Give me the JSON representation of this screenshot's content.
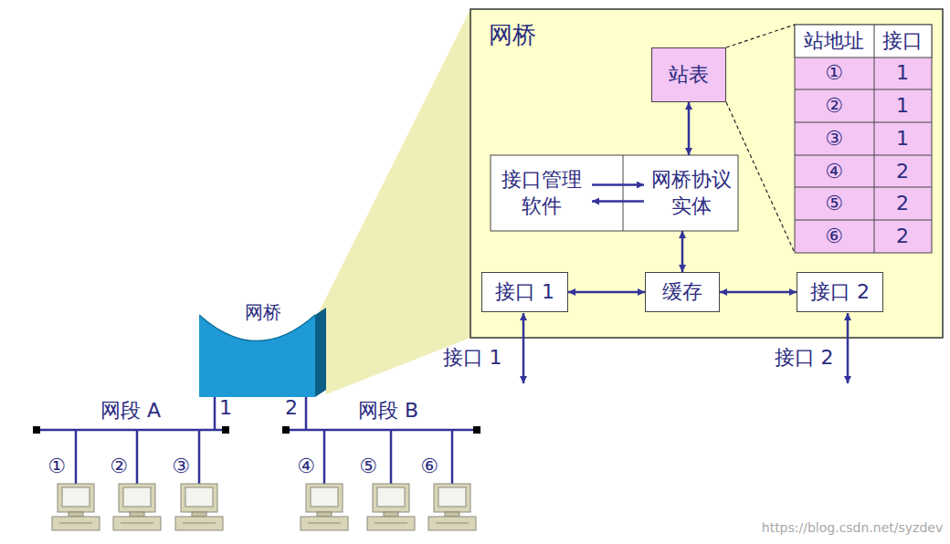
{
  "diagram": {
    "nodes": [
      {
        "text": [
          "网桥"
        ]
      },
      {
        "text": [
          "站表"
        ],
        "in": 0
      },
      {
        "text": [
          "接口管理 软件"
        ],
        "in": 0
      },
      {
        "text": [
          "网桥协议 实体"
        ],
        "in": 0
      },
      {
        "text": [
          "接口 1"
        ],
        "in": 0
      },
      {
        "text": [
          "缓存"
        ],
        "in": 0
      },
      {
        "text": [
          "接口 2"
        ],
        "in": 0
      },
      {
        "text": [
          "网桥"
        ]
      }
    ],
    "edges": [
      {
        "from": 1,
        "to": 3,
        "arrow": "both"
      },
      {
        "from": 2,
        "to": 3,
        "arrow": "to"
      },
      {
        "from": 3,
        "to": 2,
        "arrow": "to"
      },
      {
        "from": 3,
        "to": 5,
        "arrow": "both"
      },
      {
        "from": 4,
        "to": 5,
        "arrow": "both"
      },
      {
        "from": 5,
        "to": 6,
        "arrow": "both"
      }
    ],
    "labels": [
      "1",
      "2",
      "网段 A",
      "网段 B",
      "①",
      "②",
      "③",
      "④",
      "⑤",
      "⑥",
      "站地址",
      "接口",
      "①",
      "1",
      "②",
      "1",
      "③",
      "1",
      "④",
      "2",
      "⑤",
      "2",
      "⑥",
      "2",
      "接口 1",
      "接口 2",
      "https://blog.csdn.net/syzdev"
    ]
  }
}
